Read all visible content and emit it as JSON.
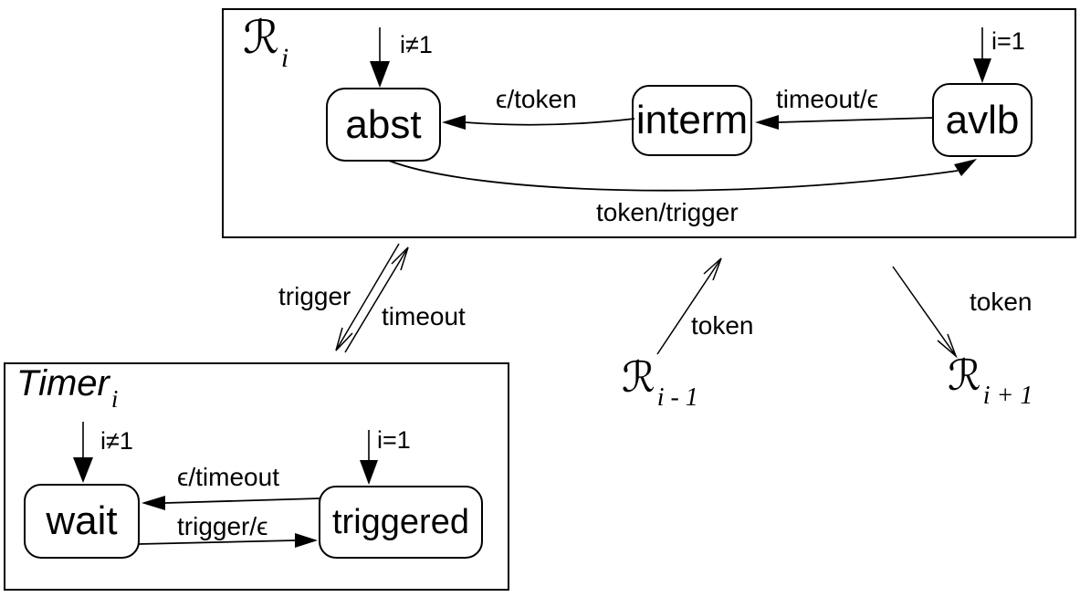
{
  "ri": {
    "title": "ℛ",
    "title_sub": "i",
    "states": {
      "abst": "abst",
      "interm": "interm",
      "avlb": "avlb"
    },
    "init_abst": "i≠1",
    "init_avlb": "i=1",
    "t_interm_abst": "ϵ/token",
    "t_avlb_interm": "timeout/ϵ",
    "t_abst_avlb": "token/trigger"
  },
  "timer": {
    "title": "Timer",
    "title_sub": "i",
    "states": {
      "wait": "wait",
      "triggered": "triggered"
    },
    "init_wait": "i≠1",
    "init_triggered": "i=1",
    "t_triggered_wait": "ϵ/timeout",
    "t_wait_triggered": "trigger/ϵ"
  },
  "links": {
    "trigger": "trigger",
    "timeout": "timeout",
    "token_prev": "token",
    "token_next": "token"
  },
  "neighbors": {
    "prev": "ℛ",
    "prev_sub": "i - 1",
    "next": "ℛ",
    "next_sub": "i + 1"
  },
  "colors": {
    "ink": "#000000",
    "background": "#ffffff"
  }
}
